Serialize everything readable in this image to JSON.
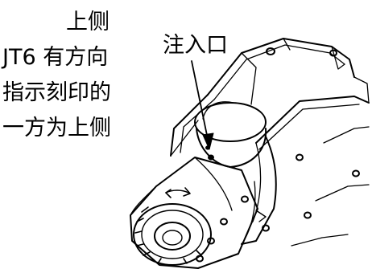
{
  "caption": {
    "top_side": "上侧",
    "instruction_lines": [
      "JT6 有方向",
      "指示刻印的",
      "一方为上侧"
    ]
  },
  "callout": {
    "inlet_label": "注入口"
  }
}
